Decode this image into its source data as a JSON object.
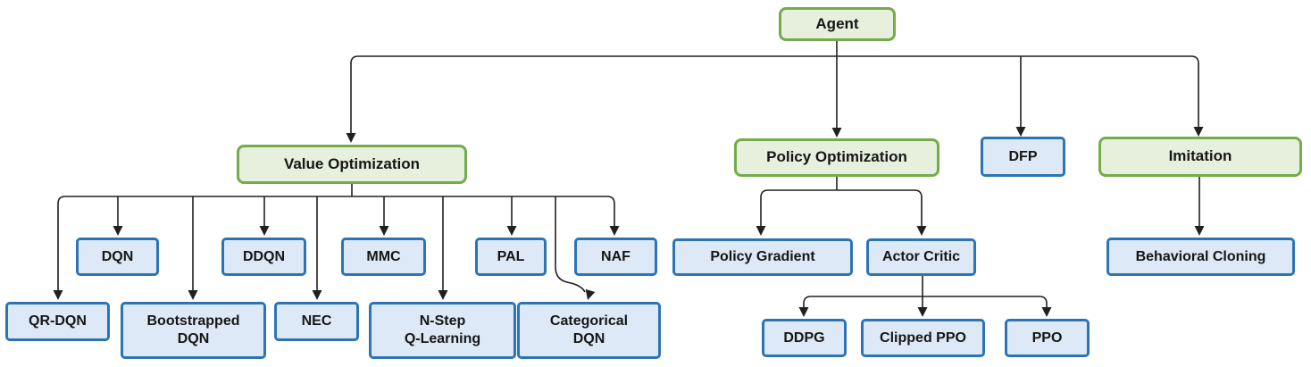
{
  "diagram_type": "hierarchy-tree",
  "colors": {
    "green_border": "#74ac4c",
    "green_fill": "#e6f0dc",
    "blue_border": "#2d74b5",
    "blue_fill": "#dde9f6",
    "line": "#202020",
    "text": "#161616",
    "background": "#ffffff"
  },
  "nodes": {
    "agent": {
      "label": "Agent",
      "kind": "category"
    },
    "value_optimization": {
      "label": "Value Optimization",
      "kind": "category"
    },
    "policy_optimization": {
      "label": "Policy Optimization",
      "kind": "category"
    },
    "dfp": {
      "label": "DFP",
      "kind": "algorithm"
    },
    "imitation": {
      "label": "Imitation",
      "kind": "category"
    },
    "dqn": {
      "label": "DQN",
      "kind": "algorithm"
    },
    "ddqn": {
      "label": "DDQN",
      "kind": "algorithm"
    },
    "mmc": {
      "label": "MMC",
      "kind": "algorithm"
    },
    "pal": {
      "label": "PAL",
      "kind": "algorithm"
    },
    "naf": {
      "label": "NAF",
      "kind": "algorithm"
    },
    "qr_dqn": {
      "label": "QR-DQN",
      "kind": "algorithm"
    },
    "bootstrapped_dqn": {
      "label": "Bootstrapped\nDQN",
      "kind": "algorithm"
    },
    "nec": {
      "label": "NEC",
      "kind": "algorithm"
    },
    "n_step_q_learning": {
      "label": "N-Step\nQ-Learning",
      "kind": "algorithm"
    },
    "categorical_dqn": {
      "label": "Categorical\nDQN",
      "kind": "algorithm"
    },
    "policy_gradient": {
      "label": "Policy Gradient",
      "kind": "algorithm"
    },
    "actor_critic": {
      "label": "Actor Critic",
      "kind": "algorithm"
    },
    "ddpg": {
      "label": "DDPG",
      "kind": "algorithm"
    },
    "clipped_ppo": {
      "label": "Clipped PPO",
      "kind": "algorithm"
    },
    "ppo": {
      "label": "PPO",
      "kind": "algorithm"
    },
    "behavioral_cloning": {
      "label": "Behavioral Cloning",
      "kind": "algorithm"
    }
  },
  "edges": [
    {
      "from": "agent",
      "to": "value_optimization"
    },
    {
      "from": "agent",
      "to": "policy_optimization"
    },
    {
      "from": "agent",
      "to": "dfp"
    },
    {
      "from": "agent",
      "to": "imitation"
    },
    {
      "from": "value_optimization",
      "to": "dqn"
    },
    {
      "from": "value_optimization",
      "to": "ddqn"
    },
    {
      "from": "value_optimization",
      "to": "mmc"
    },
    {
      "from": "value_optimization",
      "to": "pal"
    },
    {
      "from": "value_optimization",
      "to": "naf"
    },
    {
      "from": "value_optimization",
      "to": "qr_dqn"
    },
    {
      "from": "value_optimization",
      "to": "bootstrapped_dqn"
    },
    {
      "from": "value_optimization",
      "to": "nec"
    },
    {
      "from": "value_optimization",
      "to": "n_step_q_learning"
    },
    {
      "from": "value_optimization",
      "to": "categorical_dqn"
    },
    {
      "from": "policy_optimization",
      "to": "policy_gradient"
    },
    {
      "from": "policy_optimization",
      "to": "actor_critic"
    },
    {
      "from": "actor_critic",
      "to": "ddpg"
    },
    {
      "from": "actor_critic",
      "to": "clipped_ppo"
    },
    {
      "from": "actor_critic",
      "to": "ppo"
    },
    {
      "from": "imitation",
      "to": "behavioral_cloning"
    }
  ]
}
